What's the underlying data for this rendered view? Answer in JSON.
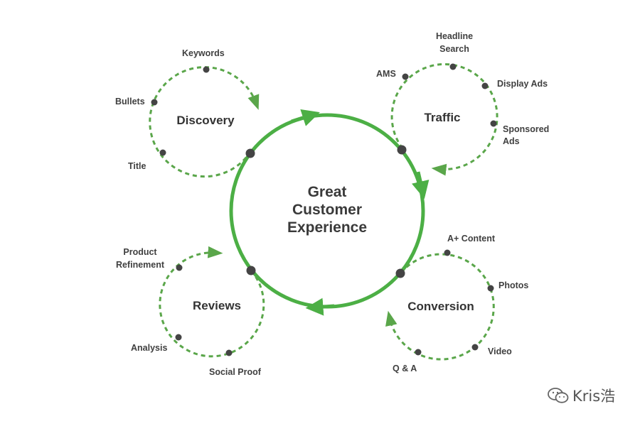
{
  "center": {
    "lines": [
      "Great",
      "Customer",
      "Experience"
    ]
  },
  "cycles": {
    "discovery": {
      "title": "Discovery",
      "items": {
        "keywords": "Keywords",
        "bullets": "Bullets",
        "title": "Title"
      }
    },
    "traffic": {
      "title": "Traffic",
      "items": {
        "headline_search": [
          "Headline",
          "Search"
        ],
        "ams": "AMS",
        "display_ads": "Display Ads",
        "sponsored_ads": [
          "Sponsored",
          "Ads"
        ]
      }
    },
    "conversion": {
      "title": "Conversion",
      "items": {
        "a_plus_content": "A+ Content",
        "photos": "Photos",
        "video": "Video",
        "q_and_a": "Q & A"
      }
    },
    "reviews": {
      "title": "Reviews",
      "items": {
        "product_refinement": [
          "Product",
          "Refinement"
        ],
        "analysis": "Analysis",
        "social_proof": "Social Proof"
      }
    }
  },
  "watermark": {
    "text": "Kris浩",
    "icon": "wechat-icon"
  },
  "colors": {
    "accent_green": "#4caf45",
    "dash_green": "#5aa64a",
    "dot": "#444444",
    "text": "#3f3f3f"
  }
}
